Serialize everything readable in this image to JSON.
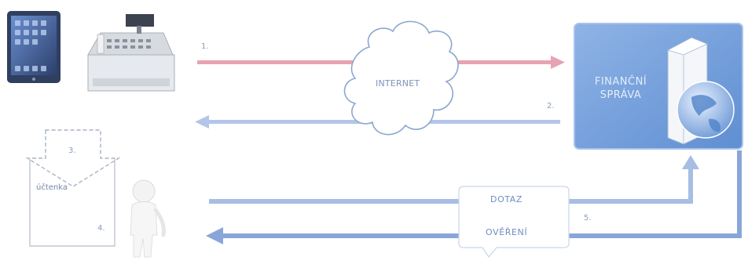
{
  "diagram": {
    "steps": {
      "s1": "1.",
      "s2": "2.",
      "s3": "3.",
      "s4": "4.",
      "s5": "5."
    },
    "internet": "INTERNET",
    "financni_sprava": {
      "line1": "FINANČNÍ",
      "line2": "SPRÁVA"
    },
    "receipt": "účtenka",
    "bubble": {
      "dotaz": "DOTAZ",
      "overeni": "OVĚŘENÍ"
    }
  },
  "colors": {
    "arrow_pink": "#e7a3b2",
    "arrow_blue": "#a7bde3",
    "arrow_blue_dark": "#8aa6d8",
    "fs_box": "#7aa4dd",
    "fs_box_dark": "#5f8fd2"
  },
  "icons": [
    "tablet-icon",
    "cash-register-icon",
    "cloud-icon",
    "server-globe-icon",
    "receipt-icon",
    "person-icon"
  ]
}
